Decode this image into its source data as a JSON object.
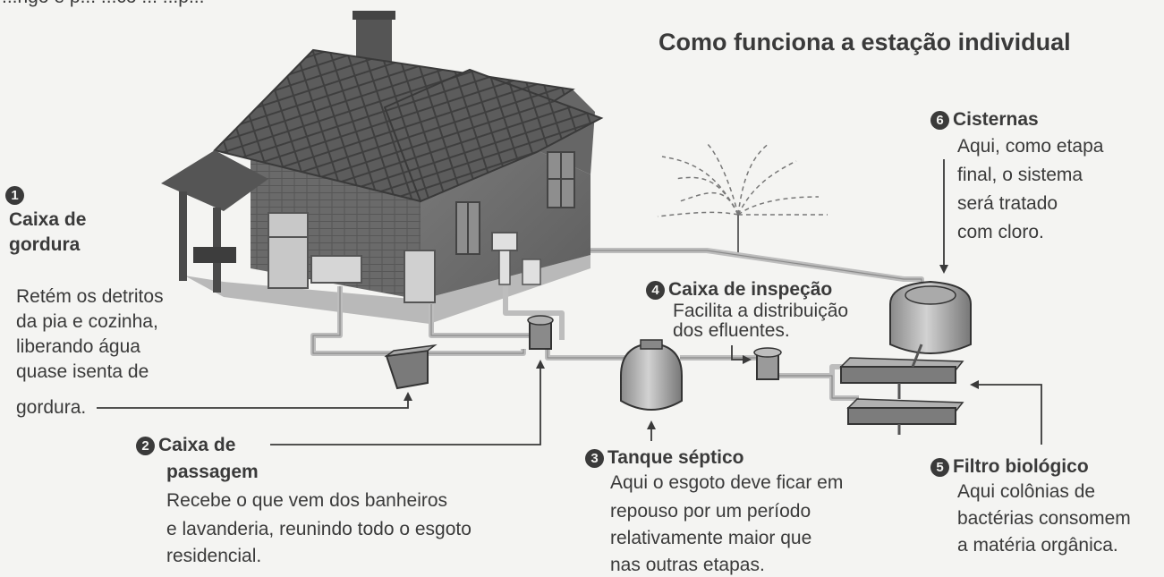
{
  "title": "Como funciona a estação individual",
  "top_fragment": "...ngo e p... ...co ... ...p...",
  "steps": [
    {
      "number": "1",
      "title_line1": "Caixa de",
      "title_line2": "gordura",
      "description": [
        "Retém os detritos",
        "da pia e cozinha,",
        "liberando água",
        "quase isenta de",
        "gordura."
      ]
    },
    {
      "number": "2",
      "title_line1": "Caixa de",
      "title_line2": "passagem",
      "description": [
        "Recebe o que vem dos banheiros",
        "e lavanderia, reunindo todo o esgoto",
        "residencial."
      ]
    },
    {
      "number": "3",
      "title": "Tanque séptico",
      "description": [
        "Aqui o esgoto deve ficar em",
        "repouso por um período",
        "relativamente maior que",
        "nas  outras etapas."
      ]
    },
    {
      "number": "4",
      "title": "Caixa de inspeção",
      "description": [
        "Facilita a distribuição",
        "dos efluentes."
      ]
    },
    {
      "number": "5",
      "title": "Filtro biológico",
      "description": [
        "Aqui colônias de",
        "bactérias consomem",
        "a matéria orgânica."
      ]
    },
    {
      "number": "6",
      "title": "Cisternas",
      "description": [
        "Aqui, como etapa",
        "final, o sistema",
        "será tratado",
        "com cloro."
      ]
    }
  ],
  "colors": {
    "text": "#3a3a3a",
    "house_wall": "#6e6e6e",
    "roof": "#5a5a5a",
    "pipe": "#cfcfcf",
    "tank": "#9a9a9a"
  }
}
